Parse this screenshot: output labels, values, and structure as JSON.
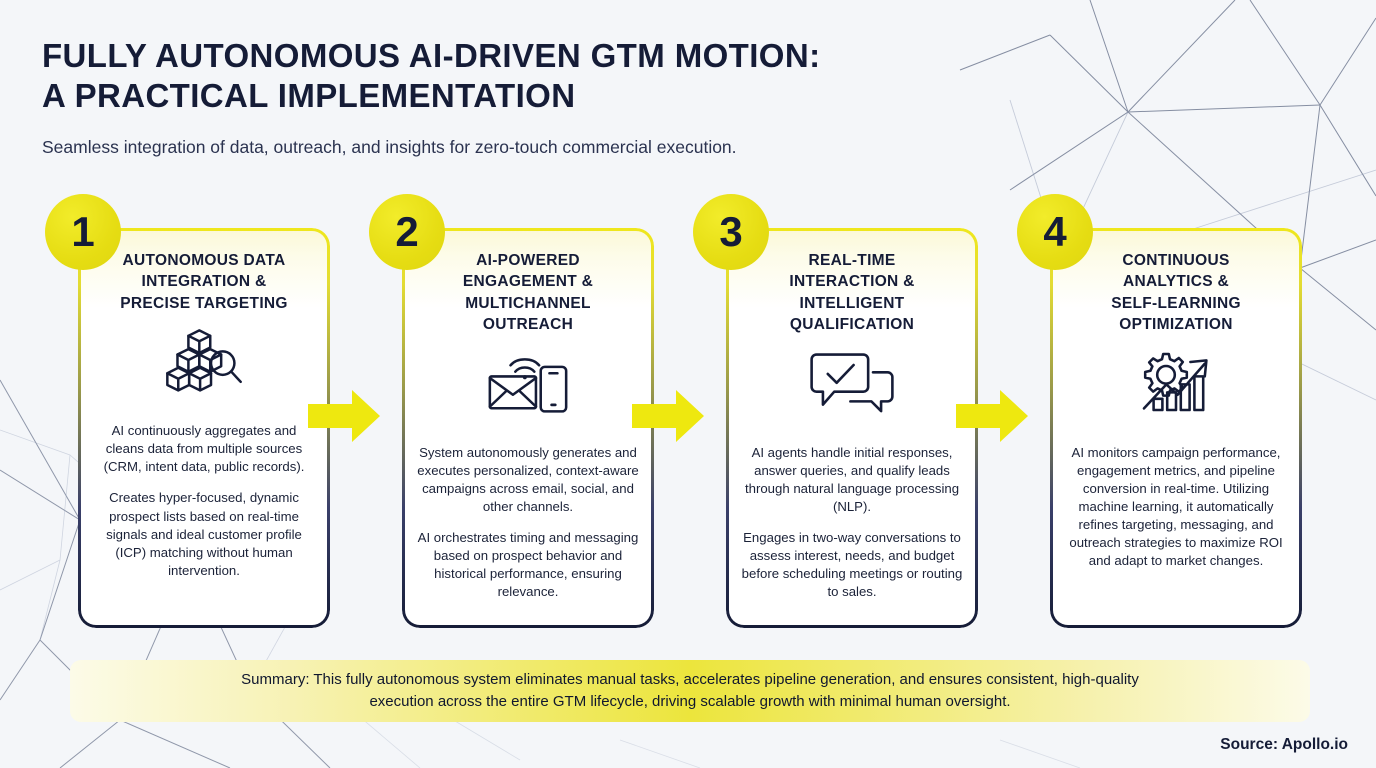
{
  "header": {
    "title": "FULLY AUTONOMOUS AI-DRIVEN GTM MOTION:\nA PRACTICAL IMPLEMENTATION",
    "subtitle": "Seamless integration of data, outreach, and insights for zero-touch commercial execution."
  },
  "theme": {
    "accent_yellow": "#e8e11c",
    "arrow_yellow": "#eee80f",
    "navy": "#151c37",
    "background": "#f4f6f9"
  },
  "steps": [
    {
      "number": "1",
      "title": "AUTONOMOUS DATA\nINTEGRATION &\nPRECISE TARGETING",
      "icon": "cubes-magnifier-icon",
      "body_1": "AI continuously aggregates and cleans data from multiple sources (CRM, intent data, public records).",
      "body_2": "Creates hyper-focused, dynamic prospect lists based on real-time signals and ideal customer profile (ICP) matching without human intervention."
    },
    {
      "number": "2",
      "title": "AI-POWERED\nENGAGEMENT &\nMULTICHANNEL\nOUTREACH",
      "icon": "envelope-phone-signal-icon",
      "body_1": "System autonomously generates and executes personalized, context-aware campaigns across email, social, and other channels.",
      "body_2": "AI orchestrates timing and messaging based on prospect behavior and historical performance, ensuring relevance."
    },
    {
      "number": "3",
      "title": "REAL-TIME\nINTERACTION &\nINTELLIGENT\nQUALIFICATION",
      "icon": "chat-bubbles-check-icon",
      "body_1": "AI agents handle initial responses, answer queries, and qualify leads through natural language processing (NLP).",
      "body_2": "Engages in two-way conversations to assess interest, needs, and budget before scheduling meetings or routing to sales."
    },
    {
      "number": "4",
      "title": "CONTINUOUS\nANALYTICS &\nSELF-LEARNING\nOPTIMIZATION",
      "icon": "gear-growth-chart-icon",
      "body_1": "AI monitors campaign performance, engagement metrics, and pipeline conversion in real-time. Utilizing machine learning, it automatically refines targeting, messaging, and outreach strategies to maximize ROI and adapt to market changes.",
      "body_2": ""
    }
  ],
  "summary": {
    "text": "Summary: This fully autonomous system eliminates manual tasks, accelerates pipeline generation, and ensures consistent, high-quality\nexecution across the entire GTM lifecycle, driving scalable growth with minimal human oversight."
  },
  "footer": {
    "source": "Source: Apollo.io"
  }
}
